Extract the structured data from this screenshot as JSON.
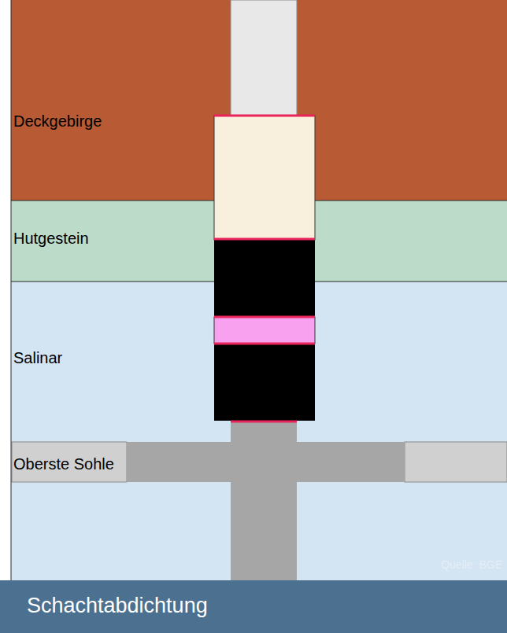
{
  "diagram": {
    "caption": "Schachtabdichtung",
    "nodes": [
      {
        "text": [
          "Deckgebirge"
        ]
      },
      {
        "text": [
          "Hutgestein"
        ]
      },
      {
        "text": [
          "Salinar"
        ]
      },
      {
        "text": [
          "Oberste Sohle"
        ]
      }
    ],
    "labels": [
      "Quelle: BGE"
    ]
  }
}
